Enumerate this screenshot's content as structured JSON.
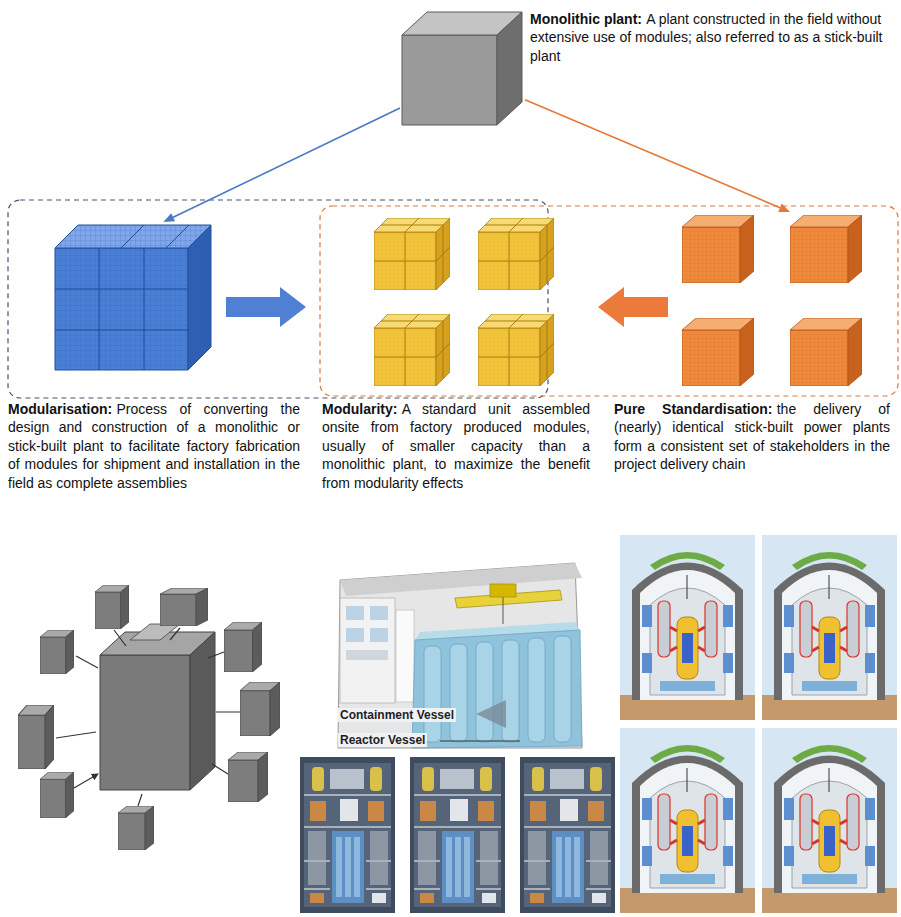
{
  "diagram": {
    "nodes": [
      {
        "text": [
          "Monolithic plant:",
          "A plant constructed in the field without extensive use of modules; also referred to as a stick-built plant"
        ]
      },
      {
        "text": [
          "Modularisation:",
          "Process of converting the design and construction of a monolithic or stick-built plant to facilitate factory fabrication of modules for shipment and installation in the field as complete assemblies"
        ]
      },
      {
        "text": [
          "Modularity:",
          "A standard unit assembled onsite from factory produced modules, usually of smaller capacity than a monolithic plant, to maximize the benefit from modularity effects"
        ]
      },
      {
        "text": [
          "Pure Standardisation:",
          "the delivery of (nearly) identical stick-built power plants form a consistent set of stakeholders in the project delivery chain"
        ]
      }
    ],
    "edges": [
      {
        "from": 0,
        "to": 1,
        "arrow": "to"
      },
      {
        "from": 0,
        "to": 3,
        "arrow": "to"
      },
      {
        "from": 1,
        "to": 2,
        "arrow": "to"
      },
      {
        "from": 3,
        "to": 2,
        "arrow": "to"
      }
    ],
    "labels": [
      "Containment Vessel",
      "Reactor Vessel"
    ]
  }
}
